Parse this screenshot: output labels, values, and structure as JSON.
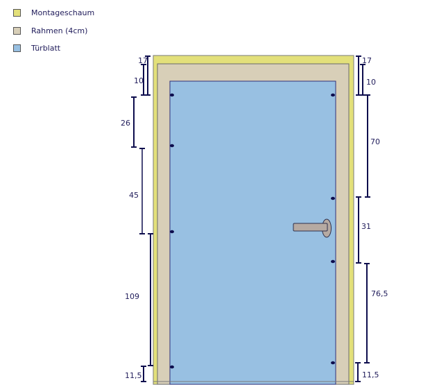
{
  "legend": {
    "items": [
      {
        "label": "Montageschaum",
        "color": "#e3e07a"
      },
      {
        "label": "Rahmen (4cm)",
        "color": "#d8cfb8"
      },
      {
        "label": "Türblatt",
        "color": "#98c0e2"
      }
    ]
  },
  "colors": {
    "foam": "#e3e07a",
    "frame": "#d8cfb8",
    "door": "#98c0e2",
    "outline": "#7a7a7a",
    "door_outline": "#2e2f7a",
    "dimension": "#0d0d4d",
    "handle": "#b6aaa2"
  },
  "dimensions": {
    "left": [
      {
        "label": "17"
      },
      {
        "label": "10"
      },
      {
        "label": "26"
      },
      {
        "label": "45"
      },
      {
        "label": "109"
      },
      {
        "label": "11,5"
      }
    ],
    "right": [
      {
        "label": "17"
      },
      {
        "label": "10"
      },
      {
        "label": "70"
      },
      {
        "label": "31"
      },
      {
        "label": "76,5"
      },
      {
        "label": "11,5"
      }
    ]
  }
}
